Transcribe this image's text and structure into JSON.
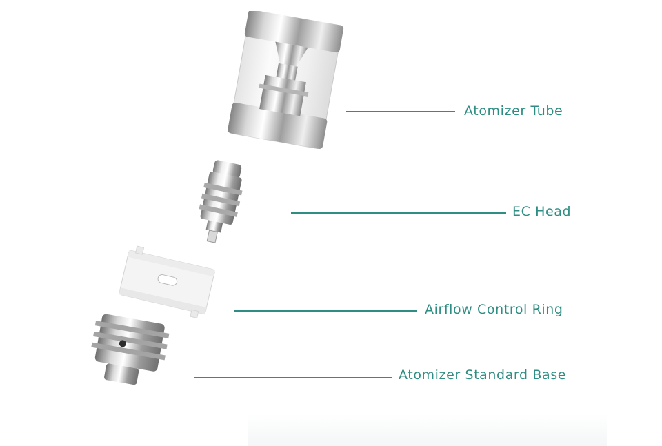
{
  "labels": {
    "atomizer_tube": "Atomizer Tube",
    "ec_head": "EC Head",
    "airflow_control_ring": "Airflow Control Ring",
    "atomizer_standard_base": "Atomizer Standard Base"
  },
  "colors": {
    "label": "#2f8e83",
    "leader": "#2f8e83",
    "metal_light": "#f3f3f3",
    "metal_dark": "#7d7d7d"
  }
}
